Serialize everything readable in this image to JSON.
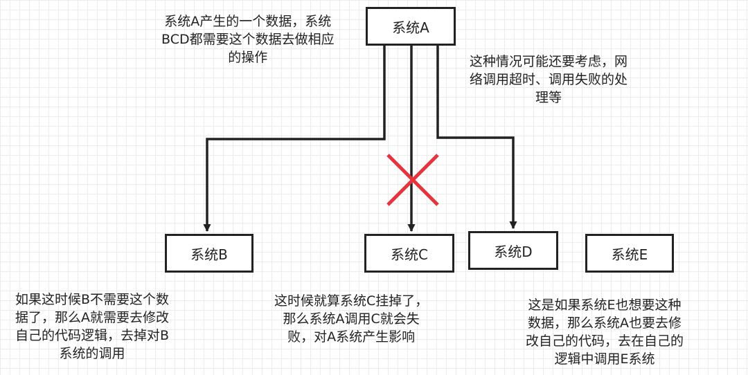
{
  "nodes": {
    "a": "系统A",
    "b": "系统B",
    "c": "系统C",
    "d": "系统D",
    "e": "系统E"
  },
  "notes": {
    "top_left": "系统A产生的一个数据，系统\nBCD都需要这个数据去做相应\n的操作",
    "top_right": "这种情况可能还要考虑，网\n络调用超时、调用失败的处\n理等",
    "bottom_b": "如果这时候B不需要这个数\n据了，那么A就需要去修改\n自己的代码逻辑，去掉对B\n系统的调用",
    "bottom_c": "这时候就算系统C挂掉了，\n那么系统A调用C就会失\n败，对A系统产生影响",
    "bottom_e": "这是如果系统E也想要这种\n数据，那么系统A也要去修\n改自己的代码，去在自己的\n逻辑中调用E系统"
  },
  "colors": {
    "line": "#222222",
    "cross": "#e8323c"
  }
}
